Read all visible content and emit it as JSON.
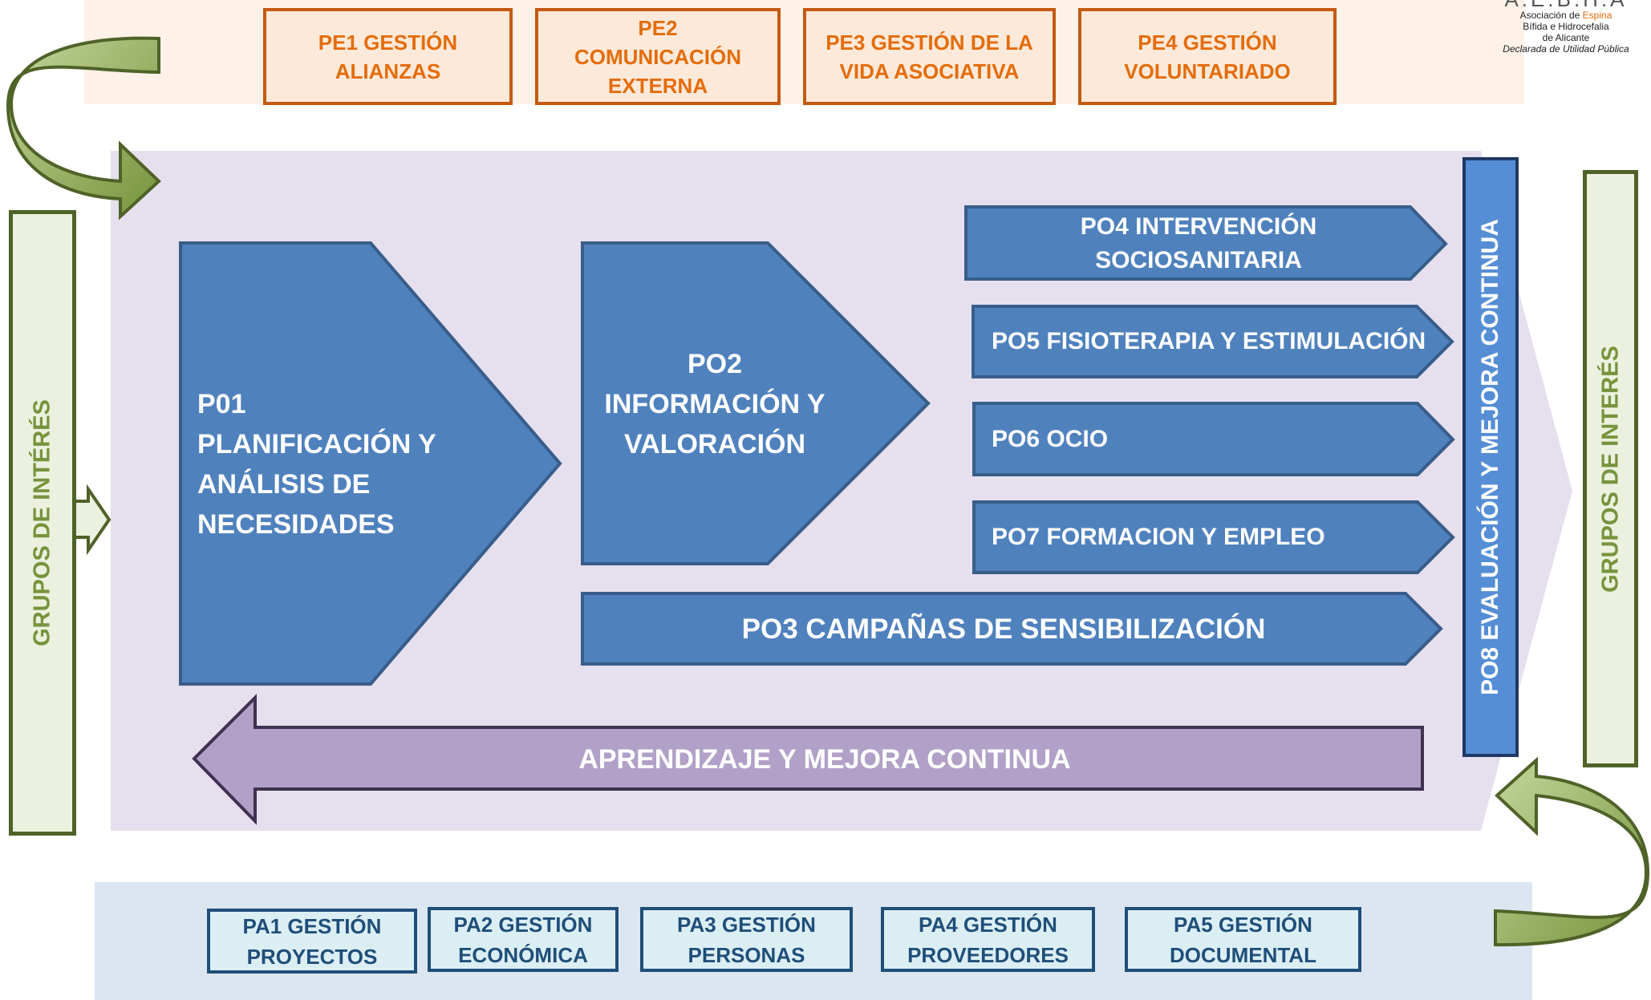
{
  "strategic": [
    {
      "label": "PE1 GESTIÓN\nALIANZAS"
    },
    {
      "label": "PE2\nCOMUNICACIÓN\nEXTERNA"
    },
    {
      "label": "PE3  GESTIÓN DE LA\nVIDA ASOCIATIVA"
    },
    {
      "label": "PE4 GESTIÓN\nVOLUNTARIADO"
    }
  ],
  "logo": {
    "title": "A.E.B.H.A",
    "line1_prefix": "Asociación de ",
    "line1_accent": "Espina",
    "line2": "Bífida e Hidrocefalia",
    "line3": "de Alicante",
    "line4": "Declarada de Utilidad Pública"
  },
  "stakeholders": {
    "left": "GRUPOS DE INTÉRÉS",
    "right": "GRUPOS DE INTERÉS"
  },
  "operative": {
    "po1": [
      "P01",
      "PLANIFICACIÓN Y",
      "ANÁLISIS DE",
      "NECESIDADES"
    ],
    "po2": [
      "PO2",
      "INFORMACIÓN Y",
      "VALORACIÓN"
    ],
    "po3": "PO3 CAMPAÑAS DE SENSIBILIZACIÓN",
    "po4": [
      "PO4 INTERVENCIÓN",
      "SOCIOSANITARIA"
    ],
    "po5": "PO5 FISIOTERAPIA Y ESTIMULACIÓN",
    "po6": "PO6 OCIO",
    "po7": "PO7 FORMACION Y EMPLEO",
    "po8": "PO8 EVALUACIÓN Y MEJORA CONTINUA",
    "learning": "APRENDIZAJE Y MEJORA CONTINUA"
  },
  "support": [
    {
      "label": "PA1 GESTIÓN\nPROYECTOS"
    },
    {
      "label": "PA2 GESTIÓN\nECONÓMICA"
    },
    {
      "label": "PA3 GESTIÓN\nPERSONAS"
    },
    {
      "label": "PA4 GESTIÓN\nPROVEEDORES"
    },
    {
      "label": "PA5 GESTIÓN\nDOCUMENTAL"
    }
  ],
  "colors": {
    "strategic_border": "#c55a11",
    "strategic_text": "#e46c0a",
    "operative_fill": "#4f81bd",
    "operative_border": "#385d8a",
    "learning_fill": "#b1a0c7",
    "support_border": "#1f4e79",
    "stakeholder_border": "#4f6228",
    "stakeholder_text": "#77933c"
  }
}
